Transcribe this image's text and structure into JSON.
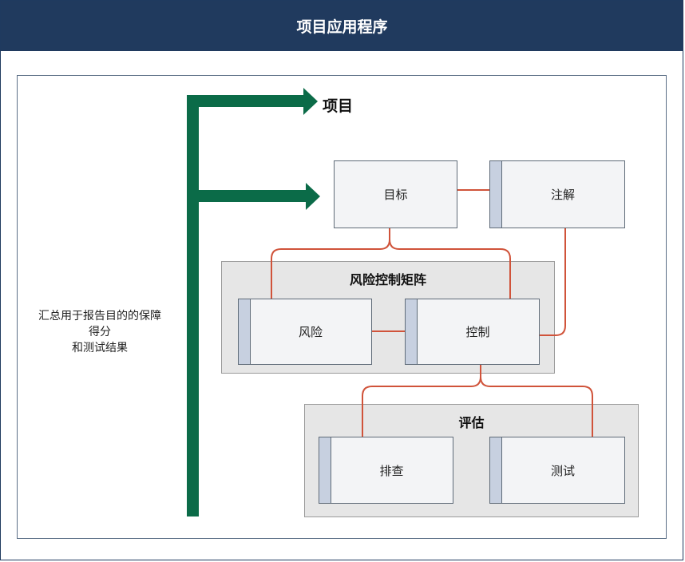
{
  "header": {
    "title": "项目应用程序"
  },
  "side_note": {
    "lines": [
      "汇总用于报告目的的保障",
      "得分",
      "和测试结果"
    ]
  },
  "project_label": "项目",
  "nodes": {
    "objective": "目标",
    "notes": "注解",
    "risk": "风险",
    "control": "控制",
    "walkthrough": "排查",
    "testing": "测试"
  },
  "groups": {
    "risk_control_matrix": "风险控制矩阵",
    "assessment": "评估"
  },
  "colors": {
    "header_bg": "#203a5e",
    "arrow": "#0b6b48",
    "connector": "#d0533a",
    "group_bg": "#e6e6e6",
    "box_bg": "#f3f4f6",
    "tab_strip": "#c7d0e0"
  }
}
